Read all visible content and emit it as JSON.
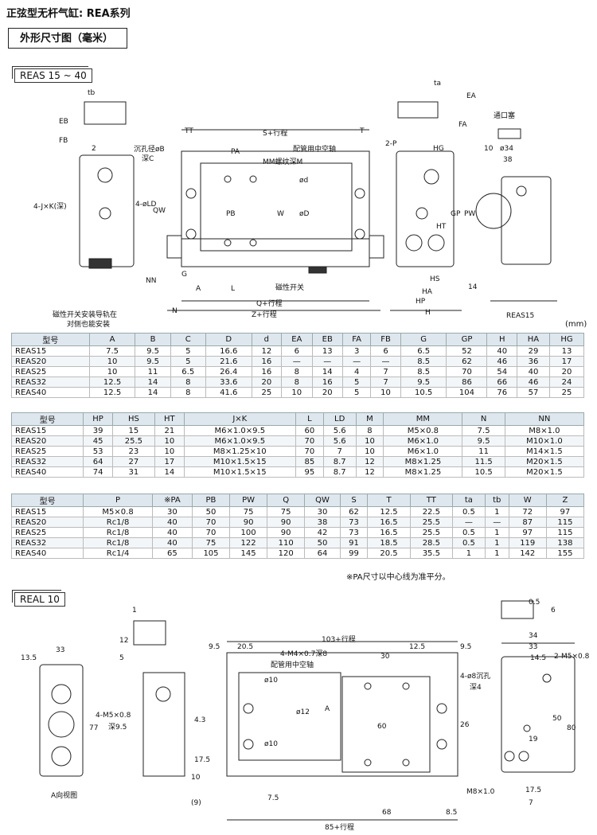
{
  "page": {
    "title": "正弦型无杆气缸: REA系列",
    "subtitle": "外形尺寸图（毫米）",
    "unit": "(mm)"
  },
  "section1": {
    "tag": "REAS 15 ~ 40",
    "labels": {
      "tb": "tb",
      "eb": "EB",
      "fb": "FB",
      "two": "2",
      "jk": "4-J×K(深)",
      "ld": "4-øLD",
      "qw": "QW",
      "nn": "NN",
      "magnet_rail": "磁性开关安装导轨在",
      "magnet_rail2": "对侧也能安装",
      "tt": "TT",
      "s_stroke": "S+行程",
      "t": "T",
      "counterbore": "沉孔径øB",
      "depth_c": "深C",
      "pa": "PA",
      "mm_thread": "MM螺纹深M",
      "pipe": "配管用中空轴",
      "od": "ød",
      "odd": "øD",
      "w": "W",
      "pb": "PB",
      "g": "G",
      "a": "A",
      "l": "L",
      "magnet_switch": "磁性开关",
      "q_stroke": "Q+行程",
      "n": "N",
      "z_stroke": "Z+行程",
      "ta": "ta",
      "ea": "EA",
      "fa": "FA",
      "two_p": "2-P",
      "hg": "HG",
      "gp": "GP",
      "pw": "PW",
      "ht": "HT",
      "hs": "HS",
      "ha": "HA",
      "hp": "HP",
      "h": "H",
      "fourteen": "14",
      "port_plug": "通口塞",
      "dia34": "ø34",
      "ten": "10",
      "thirtyeight": "38",
      "reas15": "REAS15"
    }
  },
  "table1": {
    "headers": [
      "型号",
      "A",
      "B",
      "C",
      "D",
      "d",
      "EA",
      "EB",
      "FA",
      "FB",
      "G",
      "GP",
      "H",
      "HA",
      "HG"
    ],
    "rows": [
      [
        "REAS15",
        "7.5",
        "9.5",
        "5",
        "16.6",
        "12",
        "6",
        "13",
        "3",
        "6",
        "6.5",
        "52",
        "40",
        "29",
        "13"
      ],
      [
        "REAS20",
        "10",
        "9.5",
        "5",
        "21.6",
        "16",
        "—",
        "—",
        "—",
        "—",
        "8.5",
        "62",
        "46",
        "36",
        "17"
      ],
      [
        "REAS25",
        "10",
        "11",
        "6.5",
        "26.4",
        "16",
        "8",
        "14",
        "4",
        "7",
        "8.5",
        "70",
        "54",
        "40",
        "20"
      ],
      [
        "REAS32",
        "12.5",
        "14",
        "8",
        "33.6",
        "20",
        "8",
        "16",
        "5",
        "7",
        "9.5",
        "86",
        "66",
        "46",
        "24"
      ],
      [
        "REAS40",
        "12.5",
        "14",
        "8",
        "41.6",
        "25",
        "10",
        "20",
        "5",
        "10",
        "10.5",
        "104",
        "76",
        "57",
        "25"
      ]
    ]
  },
  "table2": {
    "headers": [
      "型号",
      "HP",
      "HS",
      "HT",
      "J×K",
      "L",
      "LD",
      "M",
      "MM",
      "N",
      "NN"
    ],
    "rows": [
      [
        "REAS15",
        "39",
        "15",
        "21",
        "M6×1.0×9.5",
        "60",
        "5.6",
        "8",
        "M5×0.8",
        "7.5",
        "M8×1.0"
      ],
      [
        "REAS20",
        "45",
        "25.5",
        "10",
        "M6×1.0×9.5",
        "70",
        "5.6",
        "10",
        "M6×1.0",
        "9.5",
        "M10×1.0"
      ],
      [
        "REAS25",
        "53",
        "23",
        "10",
        "M8×1.25×10",
        "70",
        "7",
        "10",
        "M6×1.0",
        "11",
        "M14×1.5"
      ],
      [
        "REAS32",
        "64",
        "27",
        "17",
        "M10×1.5×15",
        "85",
        "8.7",
        "12",
        "M8×1.25",
        "11.5",
        "M20×1.5"
      ],
      [
        "REAS40",
        "74",
        "31",
        "14",
        "M10×1.5×15",
        "95",
        "8.7",
        "12",
        "M8×1.25",
        "10.5",
        "M20×1.5"
      ]
    ]
  },
  "table3": {
    "headers": [
      "型号",
      "P",
      "※PA",
      "PB",
      "PW",
      "Q",
      "QW",
      "S",
      "T",
      "TT",
      "ta",
      "tb",
      "W",
      "Z"
    ],
    "rows": [
      [
        "REAS15",
        "M5×0.8",
        "30",
        "50",
        "75",
        "75",
        "30",
        "62",
        "12.5",
        "22.5",
        "0.5",
        "1",
        "72",
        "97"
      ],
      [
        "REAS20",
        "Rc1/8",
        "40",
        "70",
        "90",
        "90",
        "38",
        "73",
        "16.5",
        "25.5",
        "—",
        "—",
        "87",
        "115"
      ],
      [
        "REAS25",
        "Rc1/8",
        "40",
        "70",
        "100",
        "90",
        "42",
        "73",
        "16.5",
        "25.5",
        "0.5",
        "1",
        "97",
        "115"
      ],
      [
        "REAS32",
        "Rc1/8",
        "40",
        "75",
        "122",
        "110",
        "50",
        "91",
        "18.5",
        "28.5",
        "0.5",
        "1",
        "119",
        "138"
      ],
      [
        "REAS40",
        "Rc1/4",
        "65",
        "105",
        "145",
        "120",
        "64",
        "99",
        "20.5",
        "35.5",
        "1",
        "1",
        "142",
        "155"
      ]
    ],
    "note": "※PA尺寸以中心线为准平分。"
  },
  "section2": {
    "tag": "REAL 10",
    "labels": {
      "d135": "13.5",
      "d33": "33",
      "d77": "77",
      "a_view": "A向视图",
      "d1": "1",
      "d12": "12",
      "d5": "5",
      "m5": "4-M5×0.8",
      "deep95": "深9.5",
      "d43": "4.3",
      "d175": "17.5",
      "d10": "10",
      "d9": "(9)",
      "d95a": "9.5",
      "d205": "20.5",
      "d103": "103+行程",
      "m4": "4-M4×0.7深8",
      "d125": "12.5",
      "d95b": "9.5",
      "pipe2": "配管用中空轴",
      "d30": "30",
      "dia10a": "ø10",
      "dia12": "ø12",
      "a_arrow": "A",
      "d60": "60",
      "d26": "26",
      "dia10b": "ø10",
      "sink": "4-ø8沉孔",
      "deep4": "深4",
      "m8": "M8×1.0",
      "d75": "7.5",
      "d68": "68",
      "d85": "8.5",
      "d85stroke": "85+行程",
      "d05": "0.5",
      "d6": "6",
      "d34": "34",
      "d33b": "33",
      "d145": "14.5",
      "m5b": "2-M5×0.8",
      "d50": "50",
      "d80": "80",
      "d19": "19",
      "d175b": "17.5",
      "d7": "7"
    }
  }
}
